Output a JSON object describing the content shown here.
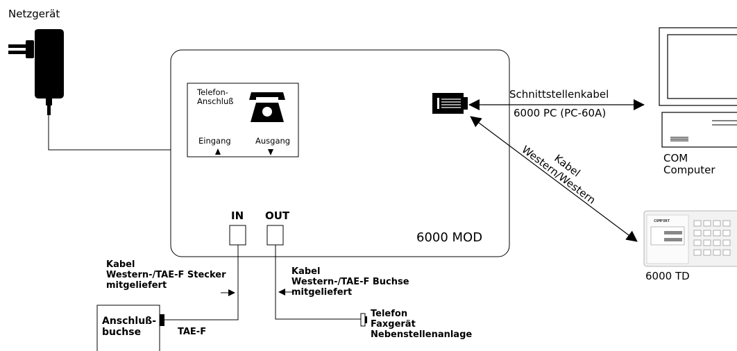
{
  "power_supply": {
    "label": "Netzgerät",
    "icon": "power-adapter-icon"
  },
  "device": {
    "name": "6000 MOD",
    "telephone_panel": {
      "title_line1": "Telefon-",
      "title_line2": "Anschluß",
      "input_label": "Eingang",
      "output_label": "Ausgang",
      "icon": "telephone-icon"
    },
    "port_in": "IN",
    "port_out": "OUT",
    "serial_port_icon": "rj-socket-icon"
  },
  "serial_cable": {
    "line1": "Schnittstellenkabel",
    "line2": "6000 PC (PC-60A)"
  },
  "computer": {
    "line1": "COM",
    "line2": "Computer",
    "icon": "computer-icon"
  },
  "western_cable": {
    "line1": "Kabel",
    "line2": "Western/Western"
  },
  "terminal": {
    "label": "6000 TD",
    "brand": "COMFORT",
    "icon": "keypad-terminal-icon"
  },
  "cable_in": {
    "line1": "Kabel",
    "line2": "Western-/TAE-F Stecker",
    "line3": "mitgeliefert"
  },
  "cable_out": {
    "line1": "Kabel",
    "line2": "Western-/TAE-F Buchse",
    "line3": "mitgeliefert"
  },
  "wall_socket": {
    "line1": "Anschluß-",
    "line2": "buchse",
    "plug_label": "TAE-F"
  },
  "phone_devices": {
    "line1": "Telefon",
    "line2": "Faxgerät",
    "line3": "Nebenstellenanlage"
  }
}
